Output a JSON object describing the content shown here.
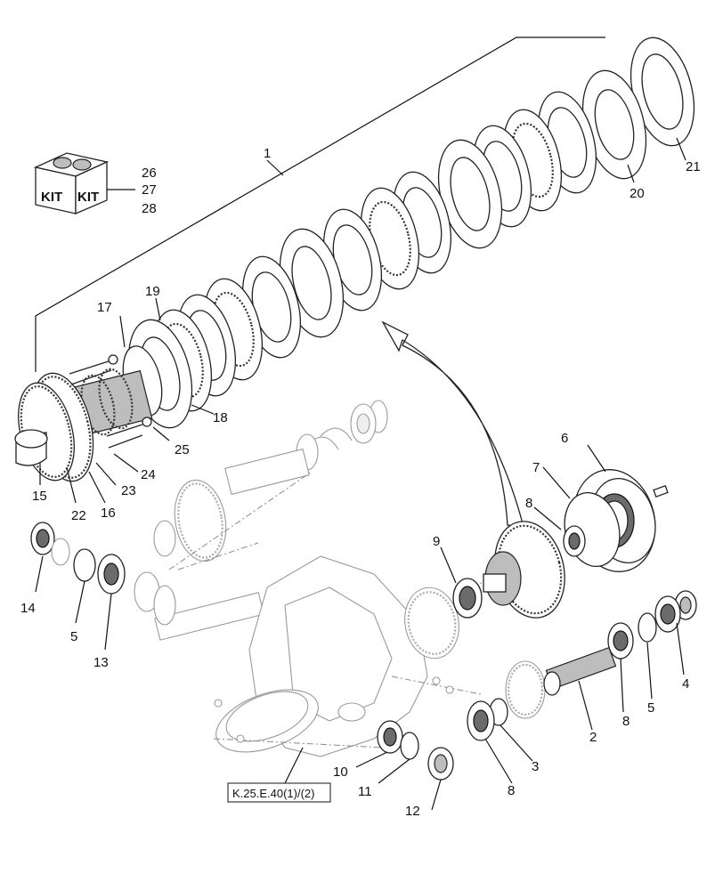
{
  "diagram": {
    "kit_labels": [
      "KIT",
      "KIT"
    ],
    "reference_label": "K.25.E.40(1)/(2)",
    "callouts": {
      "c1": "1",
      "c2": "2",
      "c3": "3",
      "c4": "4",
      "c5a": "5",
      "c5b": "5",
      "c6": "6",
      "c7": "7",
      "c8a": "8",
      "c8b": "8",
      "c8c": "8",
      "c9": "9",
      "c10": "10",
      "c11": "11",
      "c12": "12",
      "c13": "13",
      "c14": "14",
      "c15": "15",
      "c16": "16",
      "c17": "17",
      "c18": "18",
      "c19": "19",
      "c20": "20",
      "c21": "21",
      "c22": "22",
      "c23": "23",
      "c24": "24",
      "c25": "25",
      "c26": "26",
      "c27": "27",
      "c28": "28"
    }
  }
}
